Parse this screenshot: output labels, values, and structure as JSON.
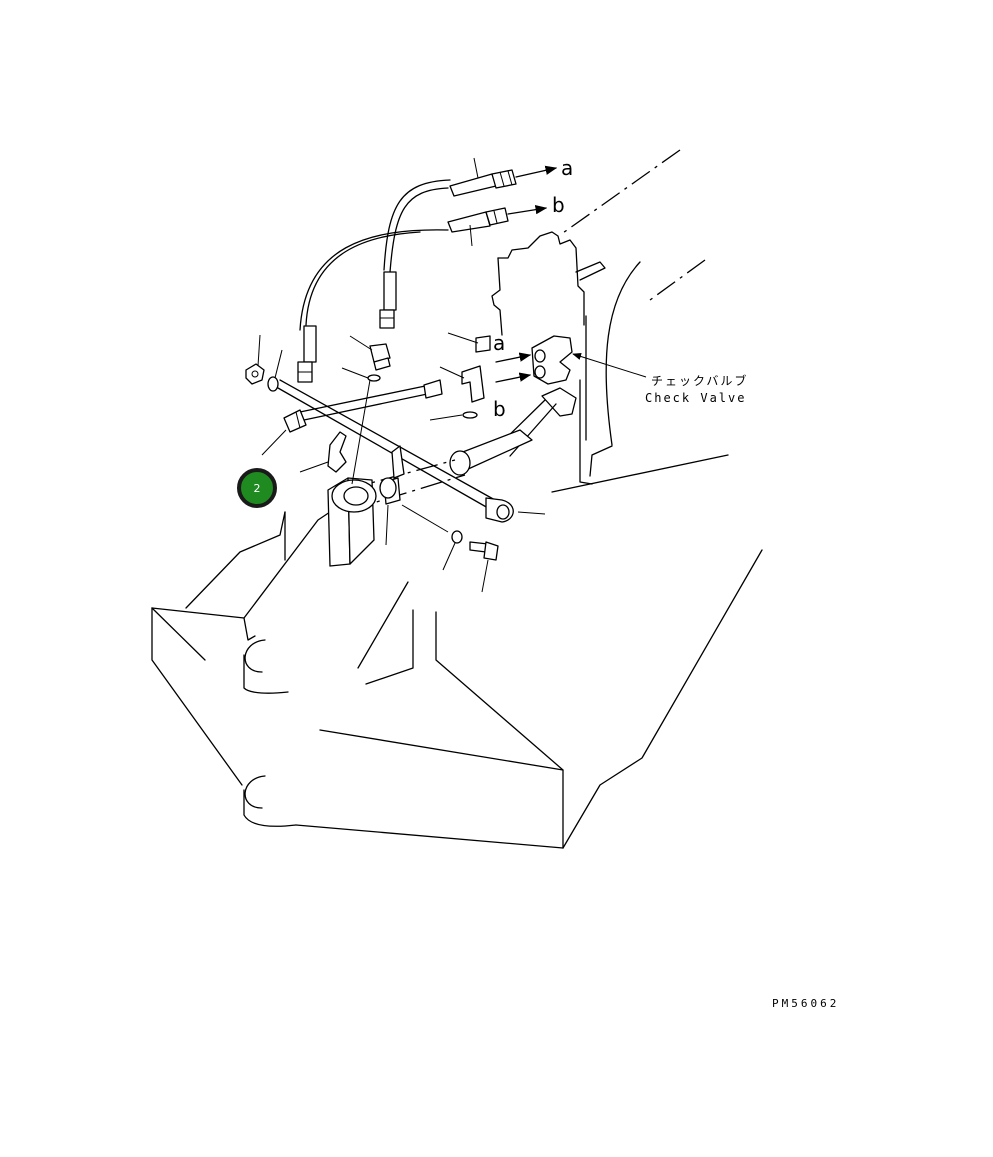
{
  "labels": {
    "port_a_top": "a",
    "port_b_top": "b",
    "port_a_valve": "a",
    "port_b_valve": "b",
    "check_valve_jp": "チェックバルブ",
    "check_valve_en": "Check Valve",
    "drawing_code": "PM56062"
  },
  "hotspot": {
    "number": "2",
    "fill": "#1f8a1f",
    "border": "#1a1a1a"
  }
}
